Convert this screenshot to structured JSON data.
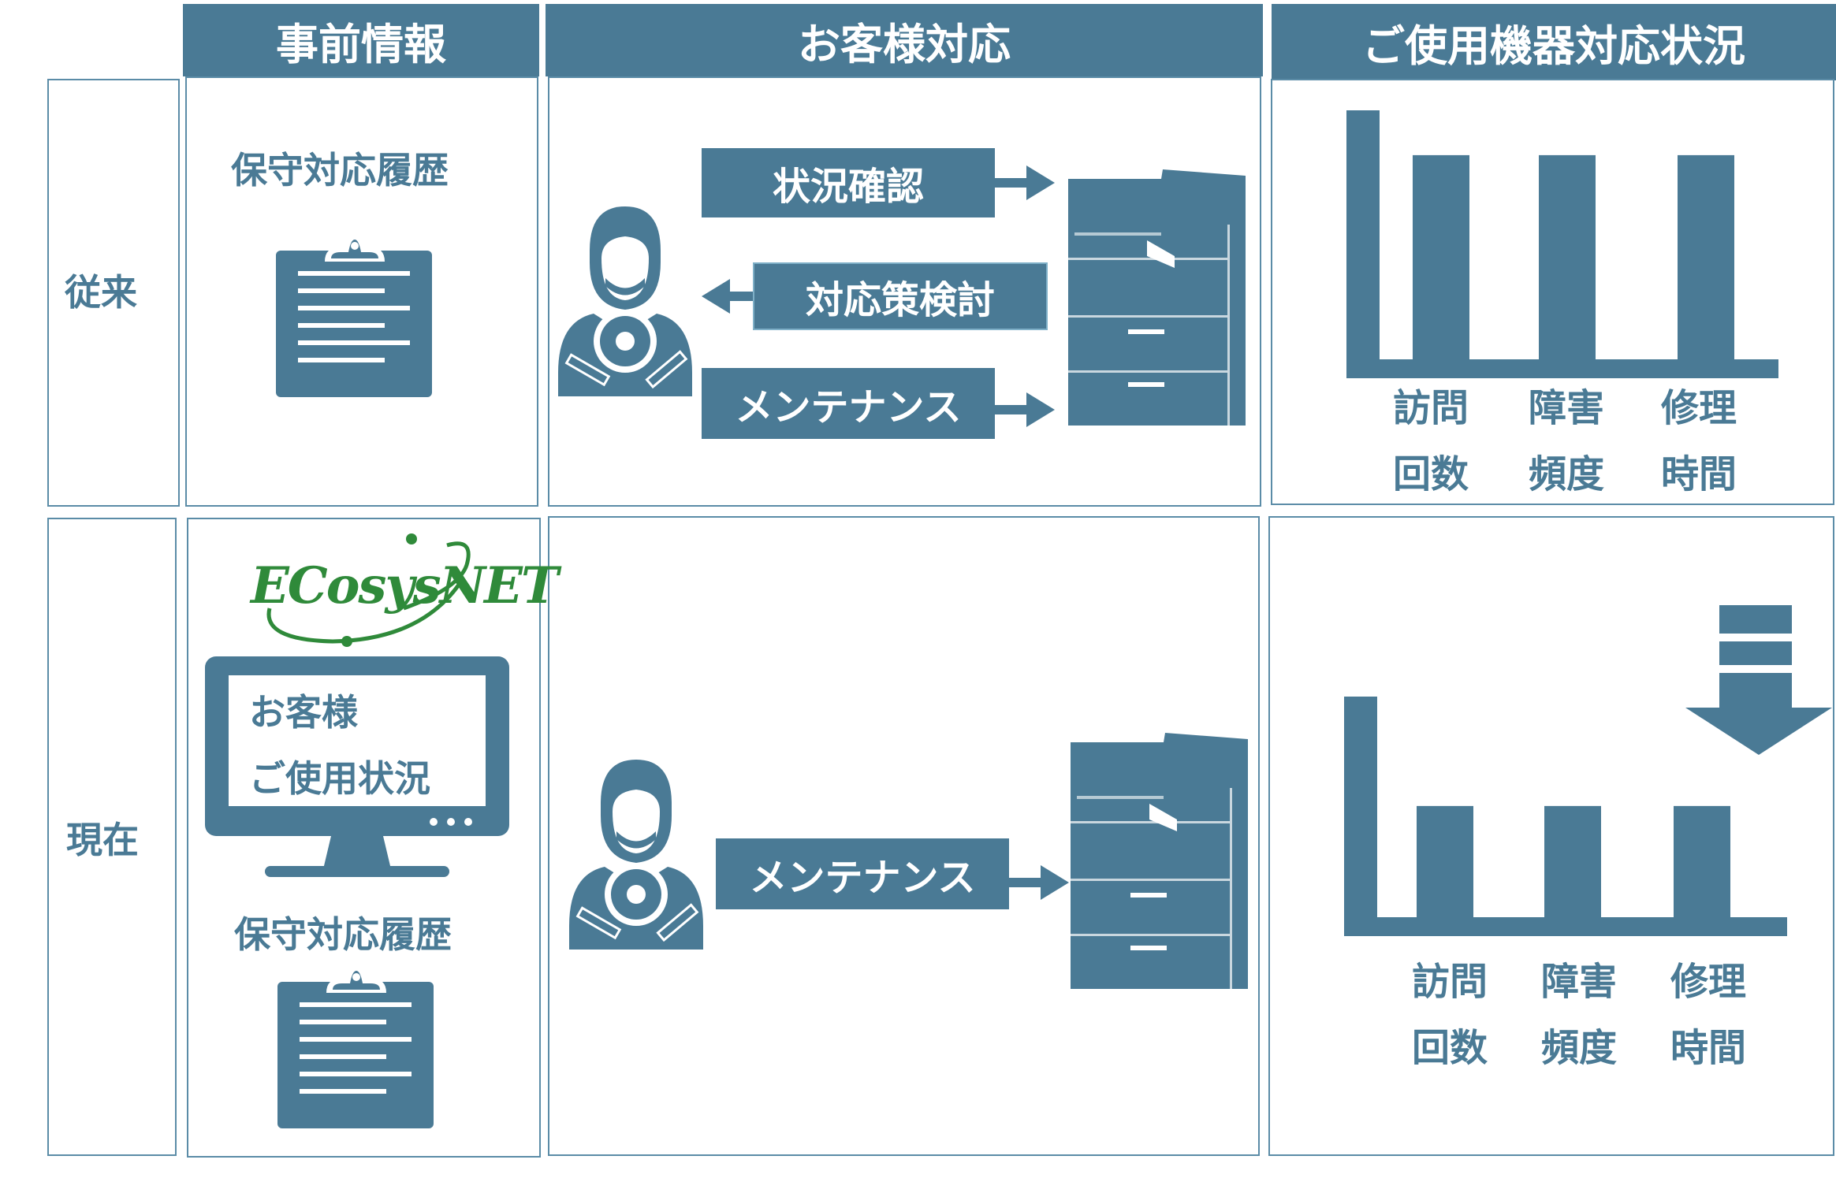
{
  "headers": {
    "prior_info": "事前情報",
    "customer_service": "お客様対応",
    "equipment_status": "ご使用機器対応状況"
  },
  "rows": {
    "before": "従来",
    "now": "現在"
  },
  "before": {
    "prior_info_label": "保守対応履歴",
    "actions": {
      "check": "状況確認",
      "plan": "対応策検討",
      "maintenance": "メンテナンス"
    },
    "chart_labels": [
      [
        "訪問",
        "回数"
      ],
      [
        "障害",
        "頻度"
      ],
      [
        "修理",
        "時間"
      ]
    ]
  },
  "now": {
    "logo_text": "ECosysNET",
    "monitor_line1": "お客様",
    "monitor_line2": "ご使用状況",
    "prior_info_label": "保守対応履歴",
    "actions": {
      "maintenance": "メンテナンス"
    },
    "chart_labels": [
      [
        "訪問",
        "回数"
      ],
      [
        "障害",
        "頻度"
      ],
      [
        "修理",
        "時間"
      ]
    ]
  },
  "colors": {
    "primary": "#4a7a95",
    "logo_green": "#2f8a3a"
  },
  "icons": [
    "clipboard-icon",
    "technician-icon",
    "copier-icon",
    "arrow-right-icon",
    "arrow-left-icon",
    "monitor-icon",
    "down-arrow-icon"
  ],
  "chart_data": [
    {
      "type": "bar",
      "categories": [
        "訪問回数",
        "障害頻度",
        "修理時間"
      ],
      "values": [
        1,
        1,
        1
      ],
      "ylim": [
        0,
        1.1
      ]
    },
    {
      "type": "bar",
      "categories": [
        "訪問回数",
        "障害頻度",
        "修理時間"
      ],
      "values": [
        0.45,
        0.45,
        0.45
      ],
      "ylim": [
        0,
        1.1
      ]
    }
  ]
}
